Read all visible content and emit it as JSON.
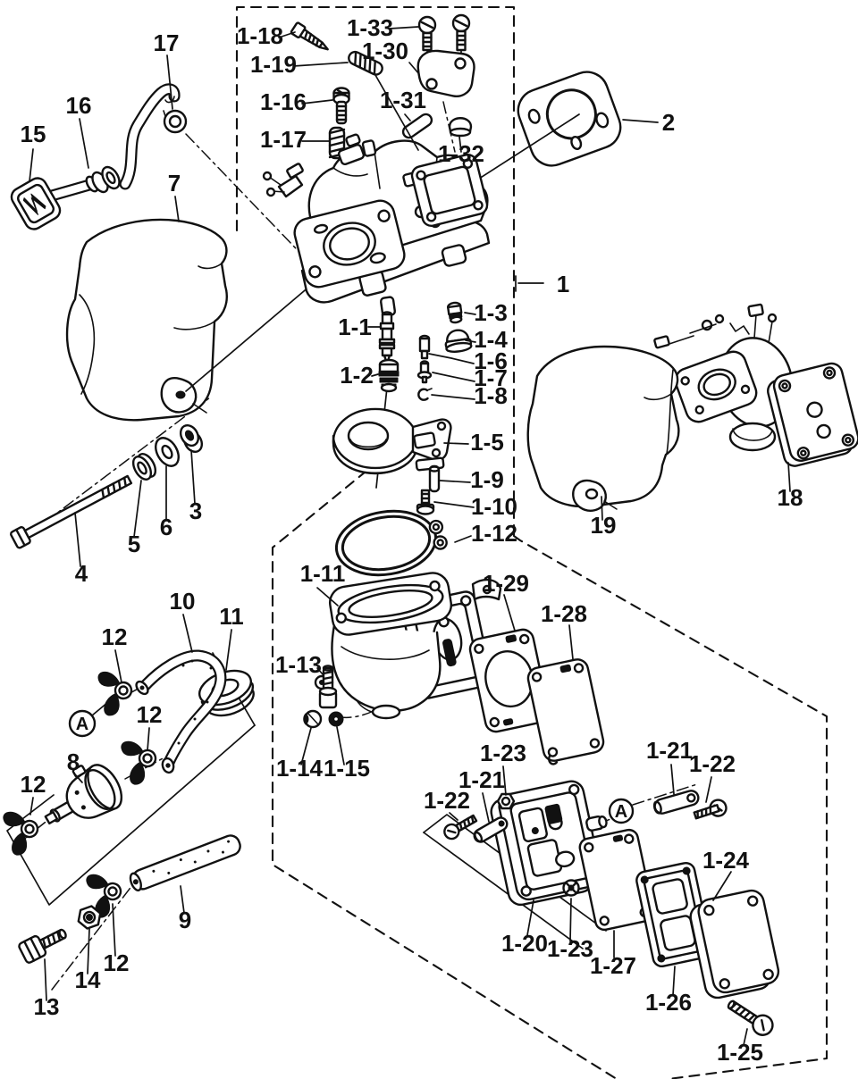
{
  "diagram": {
    "background_color": "#ffffff",
    "line_color": "#111111"
  },
  "callouts": [
    {
      "id": "1-18",
      "text": "1-18"
    },
    {
      "id": "1-33",
      "text": "1-33"
    },
    {
      "id": "1-30",
      "text": "1-30"
    },
    {
      "id": "1-19",
      "text": "1-19"
    },
    {
      "id": "1-16",
      "text": "1-16"
    },
    {
      "id": "1-31",
      "text": "1-31"
    },
    {
      "id": "1-17",
      "text": "1-17"
    },
    {
      "id": "1-32",
      "text": "1-32"
    },
    {
      "id": "2",
      "text": "2"
    },
    {
      "id": "17",
      "text": "17"
    },
    {
      "id": "16",
      "text": "16"
    },
    {
      "id": "15",
      "text": "15"
    },
    {
      "id": "7",
      "text": "7"
    },
    {
      "id": "1",
      "text": "1"
    },
    {
      "id": "1-3",
      "text": "1-3"
    },
    {
      "id": "1-1",
      "text": "1-1"
    },
    {
      "id": "1-4",
      "text": "1-4"
    },
    {
      "id": "1-6",
      "text": "1-6"
    },
    {
      "id": "1-2",
      "text": "1-2"
    },
    {
      "id": "1-7",
      "text": "1-7"
    },
    {
      "id": "1-8",
      "text": "1-8"
    },
    {
      "id": "1-5",
      "text": "1-5"
    },
    {
      "id": "1-9",
      "text": "1-9"
    },
    {
      "id": "1-10",
      "text": "1-10"
    },
    {
      "id": "1-12",
      "text": "1-12"
    },
    {
      "id": "1-11",
      "text": "1-11"
    },
    {
      "id": "1-29",
      "text": "1-29"
    },
    {
      "id": "1-28",
      "text": "1-28"
    },
    {
      "id": "18",
      "text": "18"
    },
    {
      "id": "19",
      "text": "19"
    },
    {
      "id": "1-13",
      "text": "1-13"
    },
    {
      "id": "3",
      "text": "3"
    },
    {
      "id": "6",
      "text": "6"
    },
    {
      "id": "5",
      "text": "5"
    },
    {
      "id": "4",
      "text": "4"
    },
    {
      "id": "10",
      "text": "10"
    },
    {
      "id": "11",
      "text": "11"
    },
    {
      "id": "12-a",
      "text": "12"
    },
    {
      "id": "12-b",
      "text": "12"
    },
    {
      "id": "8",
      "text": "8"
    },
    {
      "id": "12-c",
      "text": "12"
    },
    {
      "id": "1-14",
      "text": "1-14"
    },
    {
      "id": "1-15",
      "text": "1-15"
    },
    {
      "id": "9",
      "text": "9"
    },
    {
      "id": "12-d",
      "text": "12"
    },
    {
      "id": "14",
      "text": "14"
    },
    {
      "id": "13",
      "text": "13"
    },
    {
      "id": "1-23-a",
      "text": "1-23"
    },
    {
      "id": "1-21-a",
      "text": "1-21"
    },
    {
      "id": "1-22-a",
      "text": "1-22"
    },
    {
      "id": "1-21-b",
      "text": "1-21"
    },
    {
      "id": "1-22-b",
      "text": "1-22"
    },
    {
      "id": "1-20",
      "text": "1-20"
    },
    {
      "id": "1-23-b",
      "text": "1-23"
    },
    {
      "id": "1-27",
      "text": "1-27"
    },
    {
      "id": "1-24",
      "text": "1-24"
    },
    {
      "id": "1-26",
      "text": "1-26"
    },
    {
      "id": "1-25",
      "text": "1-25"
    },
    {
      "id": "marker-a-left",
      "text": "A"
    },
    {
      "id": "marker-a-right",
      "text": "A"
    }
  ]
}
